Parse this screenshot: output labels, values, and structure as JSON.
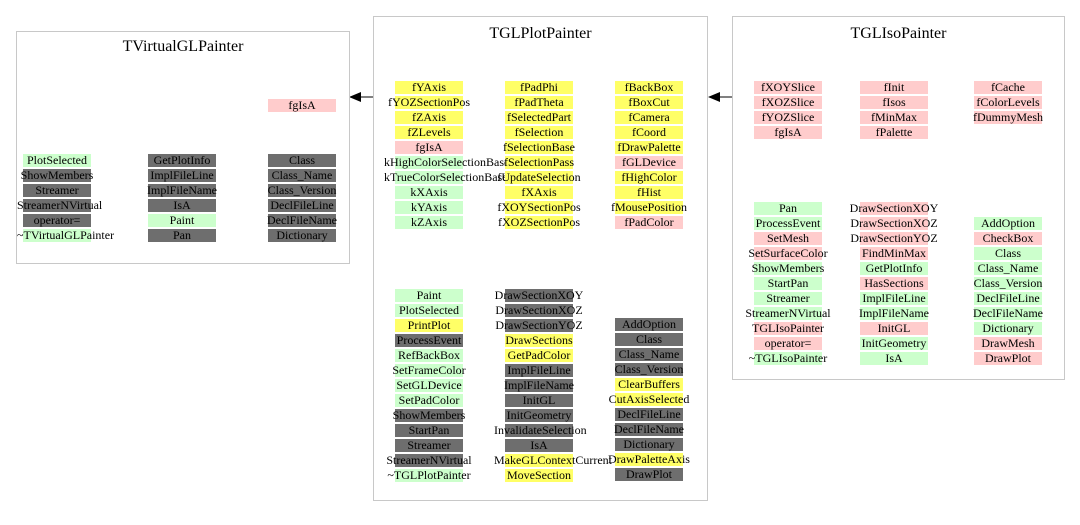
{
  "classes": [
    {
      "key": "virtual",
      "title": "TVirtualGLPainter",
      "groups": [
        {
          "items": [
            {
              "label": "fgIsA",
              "color": "pink"
            }
          ]
        },
        {
          "items": [
            {
              "label": "PlotSelected",
              "color": "green"
            },
            {
              "label": "ShowMembers",
              "color": "gray"
            },
            {
              "label": "Streamer",
              "color": "gray"
            },
            {
              "label": "StreamerNVirtual",
              "color": "gray"
            },
            {
              "label": "operator=",
              "color": "gray"
            },
            {
              "label": "~TVirtualGLPainter",
              "color": "green"
            }
          ]
        },
        {
          "items": [
            {
              "label": "GetPlotInfo",
              "color": "gray"
            },
            {
              "label": "ImplFileLine",
              "color": "gray"
            },
            {
              "label": "ImplFileName",
              "color": "gray"
            },
            {
              "label": "IsA",
              "color": "gray"
            },
            {
              "label": "Paint",
              "color": "green"
            },
            {
              "label": "Pan",
              "color": "gray"
            }
          ]
        },
        {
          "items": [
            {
              "label": "Class",
              "color": "gray"
            },
            {
              "label": "Class_Name",
              "color": "gray"
            },
            {
              "label": "Class_Version",
              "color": "gray"
            },
            {
              "label": "DeclFileLine",
              "color": "gray"
            },
            {
              "label": "DeclFileName",
              "color": "gray"
            },
            {
              "label": "Dictionary",
              "color": "gray"
            }
          ]
        }
      ]
    },
    {
      "key": "plot",
      "title": "TGLPlotPainter",
      "groups": [
        {
          "items": [
            {
              "label": "fYAxis",
              "color": "yellow"
            },
            {
              "label": "fYOZSectionPos",
              "color": "yellow"
            },
            {
              "label": "fZAxis",
              "color": "yellow"
            },
            {
              "label": "fZLevels",
              "color": "yellow"
            },
            {
              "label": "fgIsA",
              "color": "pink"
            },
            {
              "label": "kHighColorSelectionBase",
              "color": "green"
            },
            {
              "label": "kTrueColorSelectionBase",
              "color": "green"
            },
            {
              "label": "kXAxis",
              "color": "green"
            },
            {
              "label": "kYAxis",
              "color": "green"
            },
            {
              "label": "kZAxis",
              "color": "green"
            }
          ]
        },
        {
          "items": [
            {
              "label": "fPadPhi",
              "color": "yellow"
            },
            {
              "label": "fPadTheta",
              "color": "yellow"
            },
            {
              "label": "fSelectedPart",
              "color": "yellow"
            },
            {
              "label": "fSelection",
              "color": "yellow"
            },
            {
              "label": "fSelectionBase",
              "color": "yellow"
            },
            {
              "label": "fSelectionPass",
              "color": "yellow"
            },
            {
              "label": "fUpdateSelection",
              "color": "yellow"
            },
            {
              "label": "fXAxis",
              "color": "yellow"
            },
            {
              "label": "fXOYSectionPos",
              "color": "yellow"
            },
            {
              "label": "fXOZSectionPos",
              "color": "yellow"
            }
          ]
        },
        {
          "items": [
            {
              "label": "fBackBox",
              "color": "yellow"
            },
            {
              "label": "fBoxCut",
              "color": "yellow"
            },
            {
              "label": "fCamera",
              "color": "yellow"
            },
            {
              "label": "fCoord",
              "color": "yellow"
            },
            {
              "label": "fDrawPalette",
              "color": "yellow"
            },
            {
              "label": "fGLDevice",
              "color": "pink"
            },
            {
              "label": "fHighColor",
              "color": "yellow"
            },
            {
              "label": "fHist",
              "color": "yellow"
            },
            {
              "label": "fMousePosition",
              "color": "yellow"
            },
            {
              "label": "fPadColor",
              "color": "pink"
            }
          ]
        },
        {
          "items": [
            {
              "label": "Paint",
              "color": "green"
            },
            {
              "label": "PlotSelected",
              "color": "green"
            },
            {
              "label": "PrintPlot",
              "color": "yellow"
            },
            {
              "label": "ProcessEvent",
              "color": "gray"
            },
            {
              "label": "RefBackBox",
              "color": "green"
            },
            {
              "label": "SetFrameColor",
              "color": "green"
            },
            {
              "label": "SetGLDevice",
              "color": "green"
            },
            {
              "label": "SetPadColor",
              "color": "green"
            },
            {
              "label": "ShowMembers",
              "color": "gray"
            },
            {
              "label": "StartPan",
              "color": "gray"
            },
            {
              "label": "Streamer",
              "color": "gray"
            },
            {
              "label": "StreamerNVirtual",
              "color": "gray"
            },
            {
              "label": "~TGLPlotPainter",
              "color": "green"
            }
          ]
        },
        {
          "items": [
            {
              "label": "DrawSectionXOY",
              "color": "gray"
            },
            {
              "label": "DrawSectionXOZ",
              "color": "gray"
            },
            {
              "label": "DrawSectionYOZ",
              "color": "gray"
            },
            {
              "label": "DrawSections",
              "color": "yellow"
            },
            {
              "label": "GetPadColor",
              "color": "yellow"
            },
            {
              "label": "ImplFileLine",
              "color": "gray"
            },
            {
              "label": "ImplFileName",
              "color": "gray"
            },
            {
              "label": "InitGL",
              "color": "gray"
            },
            {
              "label": "InitGeometry",
              "color": "gray"
            },
            {
              "label": "InvalidateSelection",
              "color": "gray"
            },
            {
              "label": "IsA",
              "color": "gray"
            },
            {
              "label": "MakeGLContextCurrent",
              "color": "yellow"
            },
            {
              "label": "MoveSection",
              "color": "yellow"
            }
          ]
        },
        {
          "items": [
            {
              "label": "AddOption",
              "color": "gray"
            },
            {
              "label": "Class",
              "color": "gray"
            },
            {
              "label": "Class_Name",
              "color": "gray"
            },
            {
              "label": "Class_Version",
              "color": "gray"
            },
            {
              "label": "ClearBuffers",
              "color": "yellow"
            },
            {
              "label": "CutAxisSelected",
              "color": "yellow"
            },
            {
              "label": "DeclFileLine",
              "color": "gray"
            },
            {
              "label": "DeclFileName",
              "color": "gray"
            },
            {
              "label": "Dictionary",
              "color": "gray"
            },
            {
              "label": "DrawPaletteAxis",
              "color": "yellow"
            },
            {
              "label": "DrawPlot",
              "color": "gray"
            }
          ]
        }
      ]
    },
    {
      "key": "iso",
      "title": "TGLIsoPainter",
      "groups": [
        {
          "items": [
            {
              "label": "fXOYSlice",
              "color": "pink"
            },
            {
              "label": "fXOZSlice",
              "color": "pink"
            },
            {
              "label": "fYOZSlice",
              "color": "pink"
            },
            {
              "label": "fgIsA",
              "color": "pink"
            }
          ]
        },
        {
          "items": [
            {
              "label": "fInit",
              "color": "pink"
            },
            {
              "label": "fIsos",
              "color": "pink"
            },
            {
              "label": "fMinMax",
              "color": "pink"
            },
            {
              "label": "fPalette",
              "color": "pink"
            }
          ]
        },
        {
          "items": [
            {
              "label": "fCache",
              "color": "pink"
            },
            {
              "label": "fColorLevels",
              "color": "pink"
            },
            {
              "label": "fDummyMesh",
              "color": "pink"
            }
          ]
        },
        {
          "items": [
            {
              "label": "Pan",
              "color": "green"
            },
            {
              "label": "ProcessEvent",
              "color": "green"
            },
            {
              "label": "SetMesh",
              "color": "pink"
            },
            {
              "label": "SetSurfaceColor",
              "color": "pink"
            },
            {
              "label": "ShowMembers",
              "color": "green"
            },
            {
              "label": "StartPan",
              "color": "green"
            },
            {
              "label": "Streamer",
              "color": "green"
            },
            {
              "label": "StreamerNVirtual",
              "color": "green"
            },
            {
              "label": "TGLIsoPainter",
              "color": "pink"
            },
            {
              "label": "operator=",
              "color": "pink"
            },
            {
              "label": "~TGLIsoPainter",
              "color": "green"
            }
          ]
        },
        {
          "items": [
            {
              "label": "DrawSectionXOY",
              "color": "pink"
            },
            {
              "label": "DrawSectionXOZ",
              "color": "pink"
            },
            {
              "label": "DrawSectionYOZ",
              "color": "pink"
            },
            {
              "label": "FindMinMax",
              "color": "pink"
            },
            {
              "label": "GetPlotInfo",
              "color": "green"
            },
            {
              "label": "HasSections",
              "color": "pink"
            },
            {
              "label": "ImplFileLine",
              "color": "green"
            },
            {
              "label": "ImplFileName",
              "color": "green"
            },
            {
              "label": "InitGL",
              "color": "pink"
            },
            {
              "label": "InitGeometry",
              "color": "green"
            },
            {
              "label": "IsA",
              "color": "green"
            }
          ]
        },
        {
          "items": [
            {
              "label": "AddOption",
              "color": "green"
            },
            {
              "label": "CheckBox",
              "color": "pink"
            },
            {
              "label": "Class",
              "color": "green"
            },
            {
              "label": "Class_Name",
              "color": "green"
            },
            {
              "label": "Class_Version",
              "color": "green"
            },
            {
              "label": "DeclFileLine",
              "color": "green"
            },
            {
              "label": "DeclFileName",
              "color": "green"
            },
            {
              "label": "Dictionary",
              "color": "green"
            },
            {
              "label": "DrawMesh",
              "color": "pink"
            },
            {
              "label": "DrawPlot",
              "color": "pink"
            }
          ]
        }
      ]
    }
  ]
}
